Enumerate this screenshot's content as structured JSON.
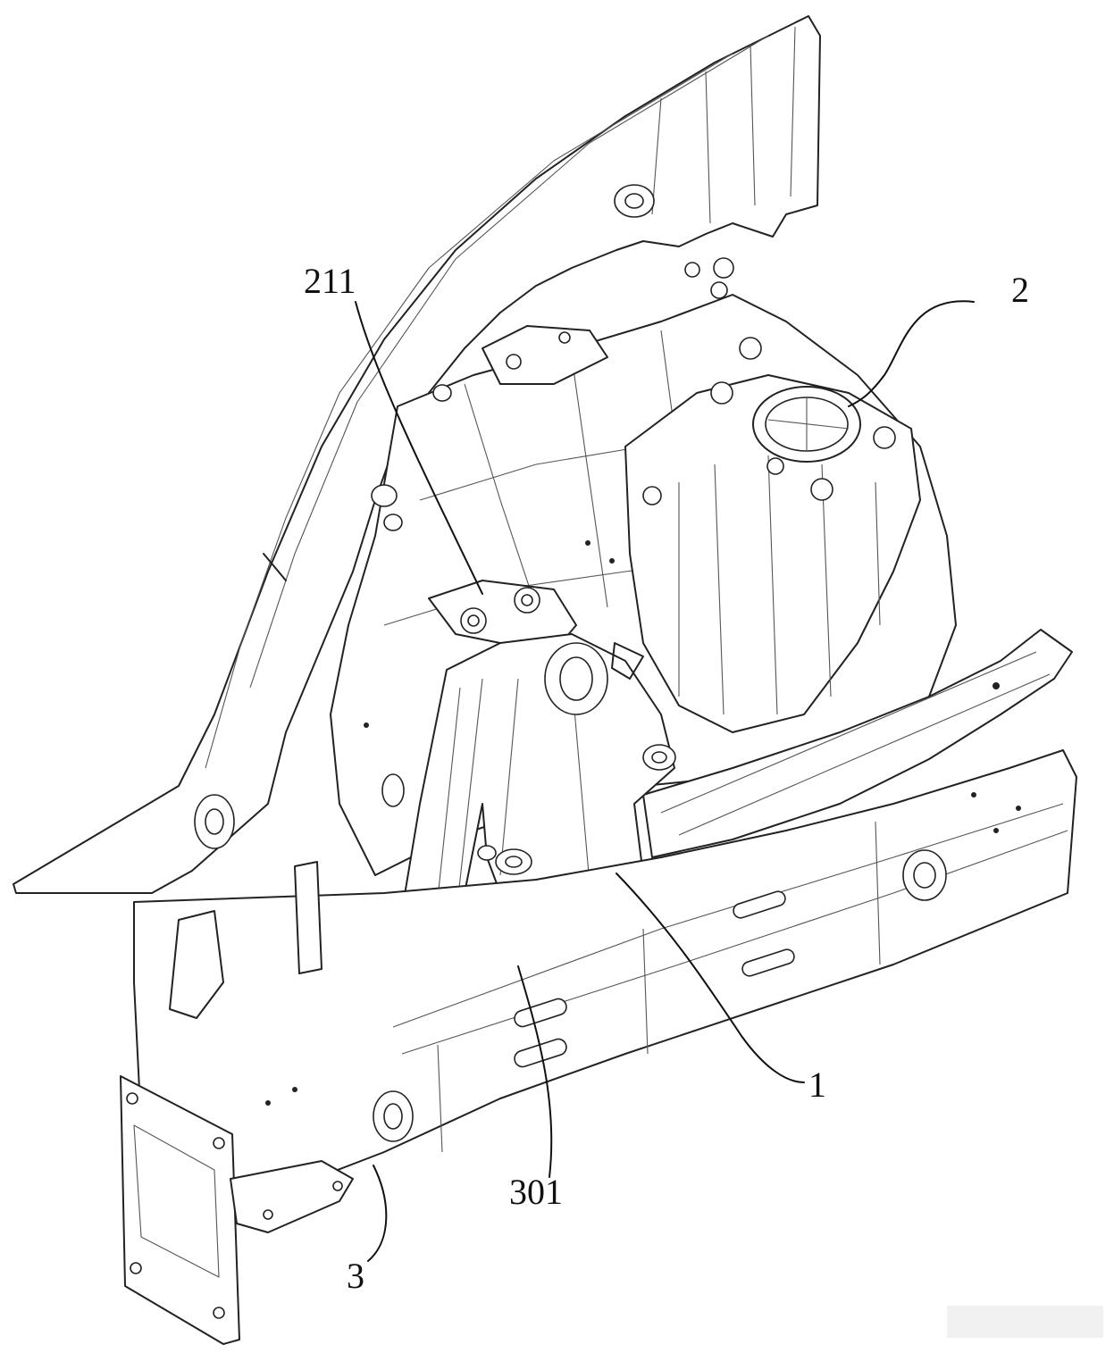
{
  "figure": {
    "reference_numerals": [
      {
        "id": "2",
        "text": "2"
      },
      {
        "id": "211",
        "text": "211"
      },
      {
        "id": "1",
        "text": "1"
      },
      {
        "id": "301",
        "text": "301"
      },
      {
        "id": "3",
        "text": "3"
      }
    ],
    "watermark_text": ""
  },
  "colors": {
    "line": "#222222",
    "background": "#ffffff"
  }
}
